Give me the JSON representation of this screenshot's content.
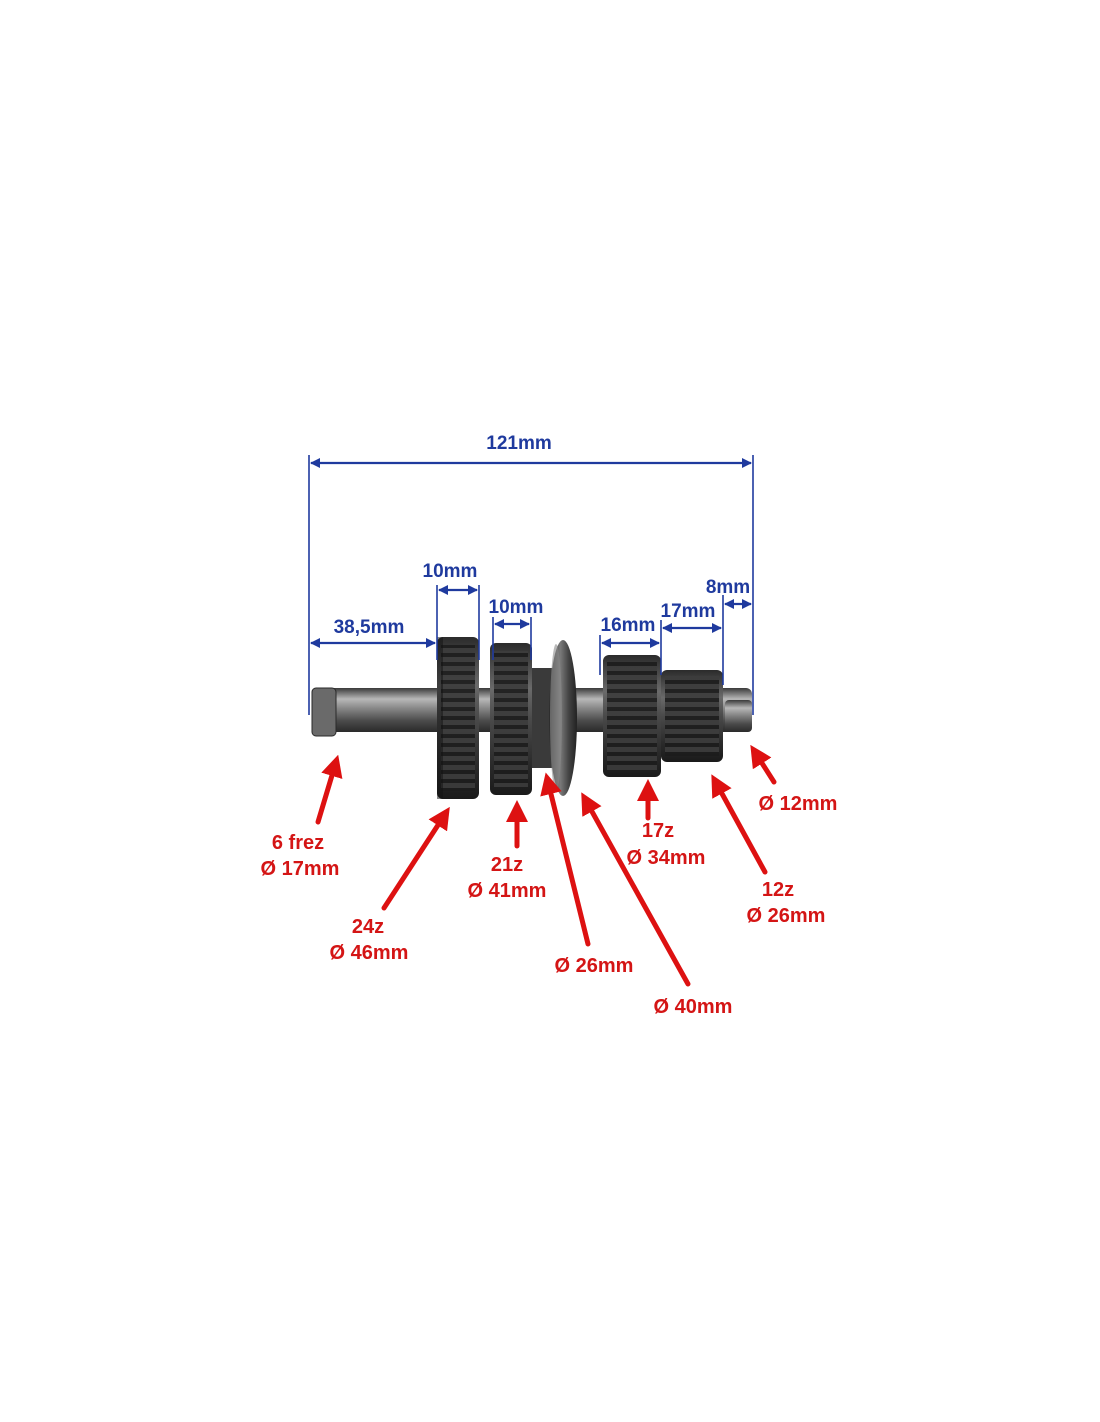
{
  "dimensions": {
    "overall": "121mm",
    "shaft_to_gear": "38,5mm",
    "gear24_width": "10mm",
    "gear21_width": "10mm",
    "gear17_width": "16mm",
    "gear12_width": "17mm",
    "end_width": "8mm"
  },
  "callouts": [
    {
      "line1": "6 frez",
      "line2": "Ø 17mm"
    },
    {
      "line1": "24z",
      "line2": "Ø 46mm"
    },
    {
      "line1": "21z",
      "line2": "Ø 41mm"
    },
    {
      "line1": "",
      "line2": "Ø 26mm"
    },
    {
      "line1": "",
      "line2": "Ø 40mm"
    },
    {
      "line1": "17z",
      "line2": "Ø 34mm"
    },
    {
      "line1": "12z",
      "line2": "Ø 26mm"
    },
    {
      "line1": "",
      "line2": "Ø 12mm"
    }
  ],
  "colors": {
    "dimension": "#1f3a9e",
    "callout": "#d41515",
    "metal_dark": "#2a2a2a",
    "metal_mid": "#5a5a5a",
    "metal_light": "#a8a8a8"
  }
}
